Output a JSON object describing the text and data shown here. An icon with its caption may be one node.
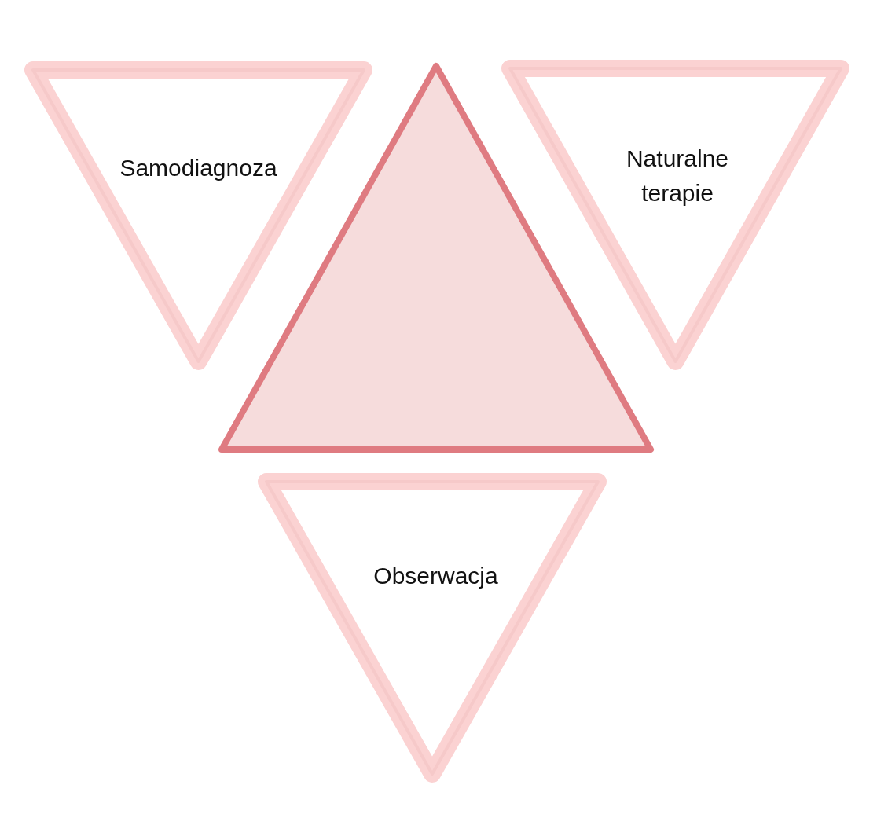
{
  "diagram": {
    "nodes": [
      {
        "text": [
          "Samodiagnoza"
        ]
      },
      {
        "text": [],
        "shape": "triangle"
      },
      {
        "text": [
          "Naturalne terapie"
        ]
      },
      {
        "text": [
          "Obserwacja"
        ]
      }
    ]
  }
}
